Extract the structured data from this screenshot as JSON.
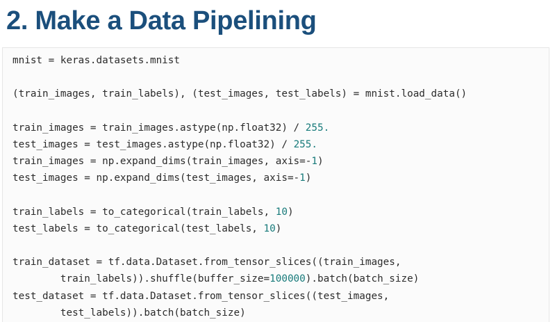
{
  "title": "2. Make a Data Pipelining",
  "code_lines": [
    [
      {
        "t": "mnist = keras.datasets.mnist"
      }
    ],
    [],
    [
      {
        "t": "(train_images, train_labels), (test_images, test_labels) = mnist.load_data()"
      }
    ],
    [],
    [
      {
        "t": "train_images = train_images.astype(np.float32) / "
      },
      {
        "t": "255.",
        "num": true
      }
    ],
    [
      {
        "t": "test_images = test_images.astype(np.float32) / "
      },
      {
        "t": "255.",
        "num": true
      }
    ],
    [
      {
        "t": "train_images = np.expand_dims(train_images, axis=-"
      },
      {
        "t": "1",
        "num": true
      },
      {
        "t": ")"
      }
    ],
    [
      {
        "t": "test_images = np.expand_dims(test_images, axis=-"
      },
      {
        "t": "1",
        "num": true
      },
      {
        "t": ")"
      }
    ],
    [],
    [
      {
        "t": "train_labels = to_categorical(train_labels, "
      },
      {
        "t": "10",
        "num": true
      },
      {
        "t": ")"
      }
    ],
    [
      {
        "t": "test_labels = to_categorical(test_labels, "
      },
      {
        "t": "10",
        "num": true
      },
      {
        "t": ")"
      }
    ],
    [],
    [
      {
        "t": "train_dataset = tf.data.Dataset.from_tensor_slices((train_images,"
      }
    ],
    [
      {
        "t": "        train_labels)).shuffle(buffer_size="
      },
      {
        "t": "100000",
        "num": true
      },
      {
        "t": ").batch(batch_size)"
      }
    ],
    [
      {
        "t": "test_dataset = tf.data.Dataset.from_tensor_slices((test_images,"
      }
    ],
    [
      {
        "t": "        test_labels)).batch(batch_size)"
      }
    ]
  ],
  "colors": {
    "title": "#1b4f7c",
    "code_text": "#2b2b2b",
    "number": "#177a7a",
    "code_background": "#fbfbfb"
  }
}
